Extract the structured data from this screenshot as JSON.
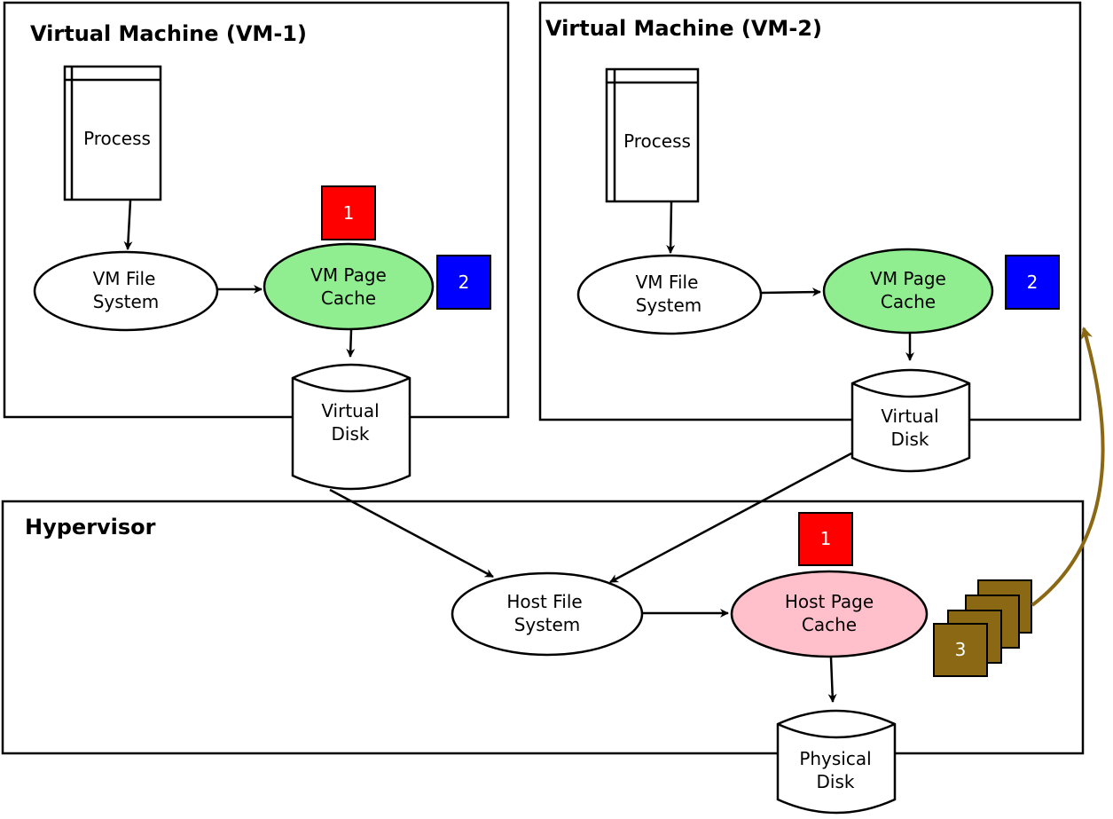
{
  "vm1": {
    "title": "Virtual Machine (VM-1)",
    "process": "Process",
    "fs_line1": "VM File",
    "fs_line2": "System",
    "cache_line1": "VM Page",
    "cache_line2": "Cache",
    "badge_a": "1",
    "badge_b": "2",
    "disk_line1": "Virtual",
    "disk_line2": "Disk"
  },
  "vm2": {
    "title": "Virtual Machine (VM-2)",
    "process": "Process",
    "fs_line1": "VM File",
    "fs_line2": "System",
    "cache_line1": "VM Page",
    "cache_line2": "Cache",
    "badge_b": "2",
    "disk_line1": "Virtual",
    "disk_line2": "Disk"
  },
  "hypervisor": {
    "title": "Hypervisor",
    "fs_line1": "Host File",
    "fs_line2": "System",
    "cache_line1": "Host Page",
    "cache_line2": "Cache",
    "badge_a": "1",
    "stack_badge": "3",
    "disk_line1": "Physical",
    "disk_line2": "Disk"
  },
  "colors": {
    "vm_cache": "#90ee90",
    "host_cache": "#ffc0cb",
    "badge_red": "#ff0000",
    "badge_blue": "#0000ff",
    "badge_brown": "#8b6914"
  }
}
